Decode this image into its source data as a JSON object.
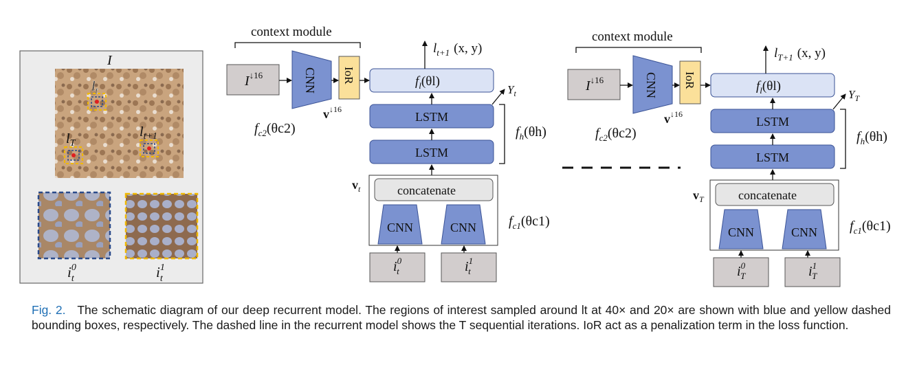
{
  "figure": {
    "image_panel": {
      "label": "I",
      "loc_t": "l",
      "loc_t_sub": "t",
      "loc_T": "l",
      "loc_T_sub": "T",
      "loc_t1": "l",
      "loc_t1_sub": "t+1",
      "patch0": "i",
      "patch0_sub": "t",
      "patch0_sup": "0",
      "patch1": "i",
      "patch1_sub": "t",
      "patch1_sup": "1"
    },
    "left_model": {
      "context_label": "context module",
      "input_label": "I",
      "input_sup": "↓16",
      "cnn_label": "CNN",
      "ior_label": "IoR",
      "v16_label": "v",
      "v16_sup": "↓16",
      "fc2_label": "f",
      "fc2_sub": "c2",
      "fc2_param": "(θc2)",
      "fl_label": "f",
      "fl_sub": "l",
      "fl_param": "(θl)",
      "output_label": "l",
      "output_sub": "t+1",
      "output_xy": "(x, y)",
      "lstm1": "LSTM",
      "lstm2": "LSTM",
      "y_label": "Y",
      "y_sub": "t",
      "fh_label": "f",
      "fh_sub": "h",
      "fh_param": "(θh)",
      "vt_label": "v",
      "vt_sub": "t",
      "concat_label": "concatenate",
      "cnn_a": "CNN",
      "cnn_b": "CNN",
      "fc1_label": "f",
      "fc1_sub": "c1",
      "fc1_param": "(θc1)",
      "in0": "i",
      "in0_sub": "t",
      "in0_sup": "0",
      "in1": "i",
      "in1_sub": "t",
      "in1_sup": "1"
    },
    "right_model": {
      "context_label": "context module",
      "input_label": "I",
      "input_sup": "↓16",
      "cnn_label": "CNN",
      "ior_label": "IoR",
      "v16_label": "v",
      "v16_sup": "↓16",
      "fc2_label": "f",
      "fc2_sub": "c2",
      "fc2_param": "(θc2)",
      "fl_label": "f",
      "fl_sub": "l",
      "fl_param": "(θl)",
      "output_label": "l",
      "output_sub": "T+1",
      "output_xy": "(x, y)",
      "lstm1": "LSTM",
      "lstm2": "LSTM",
      "y_label": "Y",
      "y_sub": "T",
      "fh_label": "f",
      "fh_sub": "h",
      "fh_param": "(θh)",
      "vt_label": "v",
      "vt_sub": "T",
      "concat_label": "concatenate",
      "cnn_a": "CNN",
      "cnn_b": "CNN",
      "fc1_label": "f",
      "fc1_sub": "c1",
      "fc1_param": "(θc1)",
      "in0": "i",
      "in0_sub": "T",
      "in0_sup": "0",
      "in1": "i",
      "in1_sub": "T",
      "in1_sup": "1"
    },
    "colors": {
      "lstm_fill": "#7b92d0",
      "fl_fill": "#dbe3f5",
      "ior_fill": "#fbe09a",
      "input_fill": "#d2cdcd",
      "concat_fill": "#e6e6e6",
      "blue_box": "#2a4a8a",
      "yellow_box": "#f0b800"
    }
  },
  "caption": {
    "fig_label": "Fig. 2.",
    "text": "The schematic diagram of our deep recurrent model. The regions of interest sampled around lt at 40× and 20× are shown with blue and yellow dashed bounding boxes, respectively. The dashed line in the recurrent model shows the T sequential iterations. IoR act as a penalization term in the loss function."
  }
}
